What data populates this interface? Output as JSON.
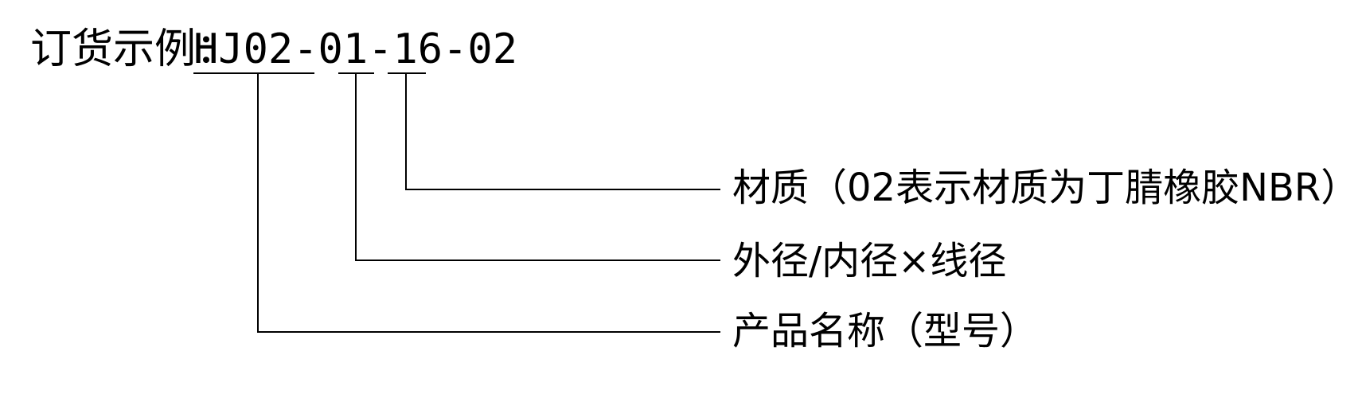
{
  "example": {
    "prefix": "订货示例：",
    "segments": [
      "HJ02-01",
      "-",
      "16",
      "-",
      "02"
    ]
  },
  "labels": {
    "material": "材质（02表示材质为丁腈橡胶NBR）",
    "size": "外径/内径×线径",
    "product": "产品名称（型号）"
  },
  "colors": {
    "ink": "#000000",
    "background": "#ffffff"
  }
}
